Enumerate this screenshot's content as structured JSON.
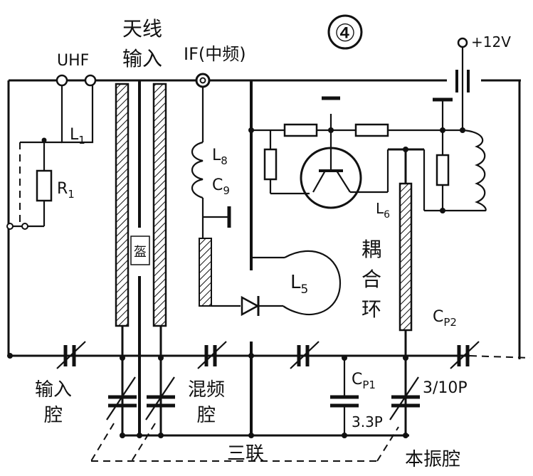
{
  "figure": {
    "number": "④",
    "labels": {
      "antenna_line1": "天线",
      "antenna_line2": "输入",
      "uhf": "UHF",
      "if_label": "IF(中频)",
      "supply": "+12V",
      "l1": "L",
      "l1_sub": "1",
      "r1": "R",
      "r1_sub": "1",
      "l8": "L",
      "l8_sub": "8",
      "c9": "C",
      "c9_sub": "9",
      "l5": "L",
      "l5_sub": "5",
      "l6": "L",
      "l6_sub": "6",
      "partition": "盔",
      "coupling_ring_1": "耦",
      "coupling_ring_2": "合",
      "coupling_ring_3": "环",
      "cp2": "C",
      "cp2_sub": "P2",
      "cp2_value": "3/10P",
      "cp1": "C",
      "cp1_sub": "P1",
      "cp1_value": "3.3P",
      "input_cavity_1": "输入",
      "input_cavity_2": "腔",
      "mixer_cavity_1": "混频",
      "mixer_cavity_2": "腔",
      "triple_gang": "三联",
      "oscillator_cavity": "本振腔"
    }
  }
}
